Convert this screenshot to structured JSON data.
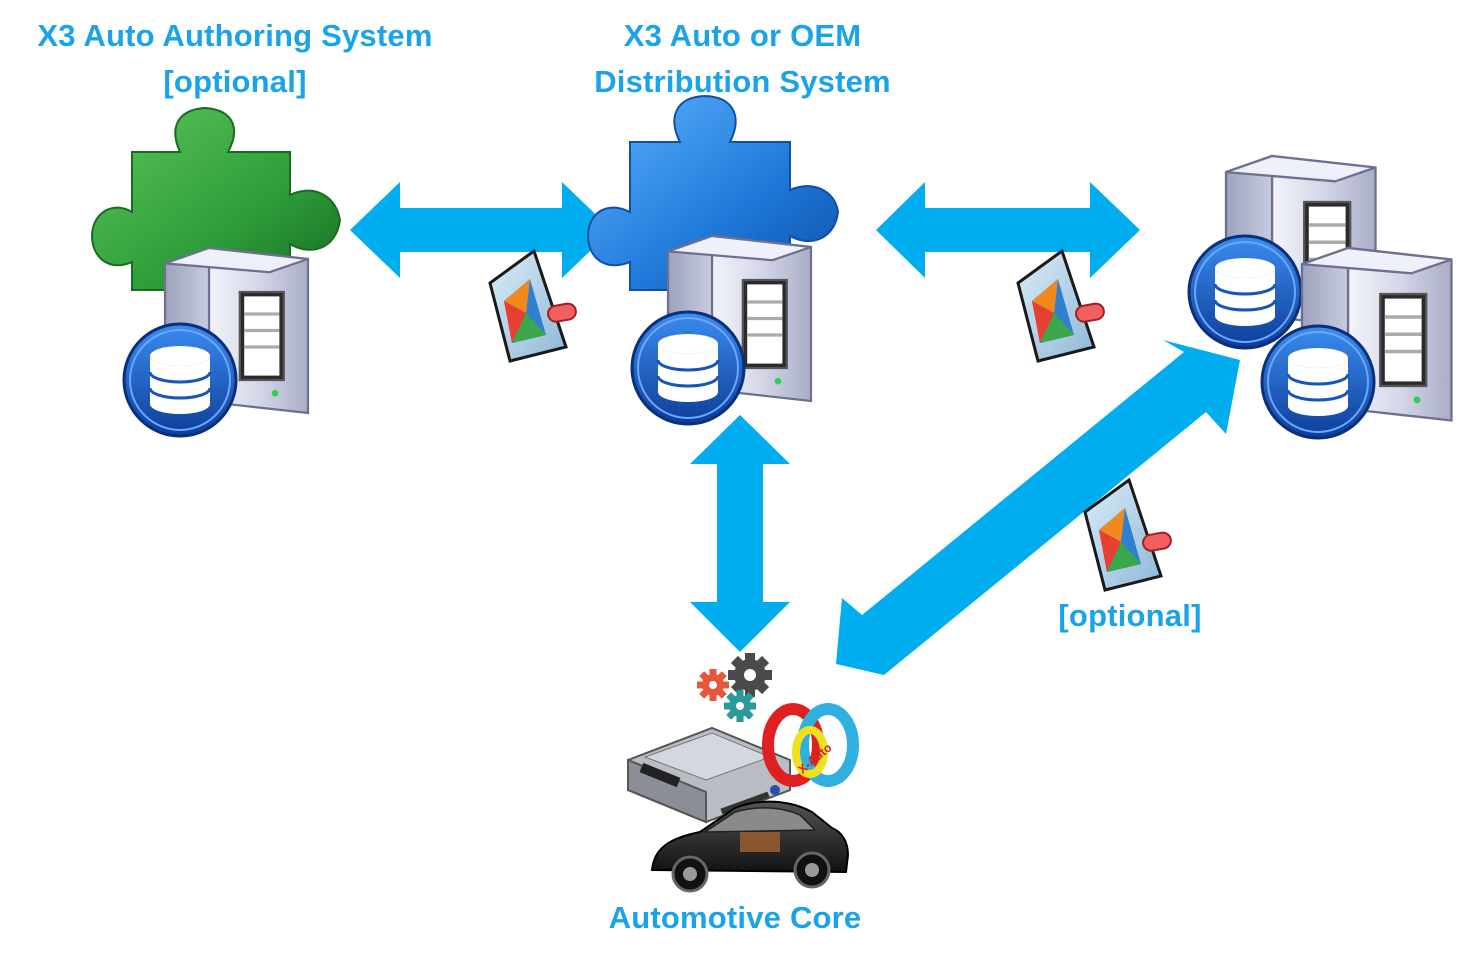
{
  "labels": {
    "authoring": {
      "line1": "X3 Auto Authoring System",
      "line2": "[optional]"
    },
    "distribution": {
      "line1": "X3 Auto  or OEM",
      "line2": "Distribution System"
    },
    "optional": "[optional]",
    "core": "Automotive Core"
  },
  "logo_text": "X-Auto",
  "colors": {
    "label": "#1aa3e8",
    "arrow": "#00aeef",
    "puzzle_green": "#2e9e3a",
    "puzzle_blue": "#1e78d8",
    "server_body": "#c9cde0",
    "db_blue": "#1556b8"
  },
  "icons": [
    "green-puzzle-icon",
    "blue-puzzle-icon",
    "server-icon",
    "database-icon",
    "protocol-wedge-icon",
    "gears-icon",
    "ecu-module-icon",
    "xauto-logo-icon",
    "car-cutaway-icon"
  ]
}
